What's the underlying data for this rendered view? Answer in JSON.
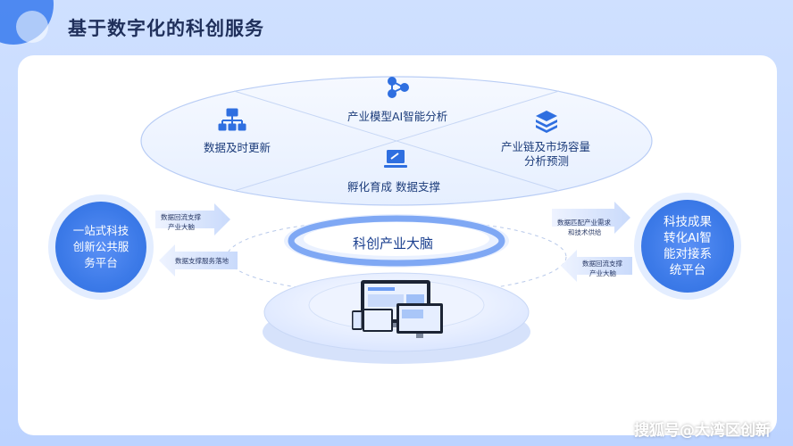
{
  "title": "基于数字化的科创服务",
  "top_ellipse": {
    "item_top": "产业模型AI智能分析",
    "item_left": "数据及时更新",
    "item_right_line1": "产业链及市场容量",
    "item_right_line2": "分析预测",
    "item_bottom": "孵化育成  数据支撑"
  },
  "left_platform": {
    "line1": "一站式科技",
    "line2": "创新公共服",
    "line3": "务平台"
  },
  "right_platform": {
    "line1": "科技成果",
    "line2": "转化AI智",
    "line3": "能对接系",
    "line4": "统平台"
  },
  "center": {
    "label": "科创产业大脑"
  },
  "arrows": {
    "left_top_line1": "数据回流支撑",
    "left_top_line2": "产业大脑",
    "left_bottom": "数据支撑服务落地",
    "right_top_line1": "数据匹配产业需求",
    "right_top_line2": "和技术供给",
    "right_bottom_line1": "数据回流支撑",
    "right_bottom_line2": "产业大脑"
  },
  "watermark": "搜狐号@大湾区创新",
  "colors": {
    "accent": "#3c7ae8",
    "title": "#1f2f5a",
    "icon": "#2f6fe0"
  }
}
